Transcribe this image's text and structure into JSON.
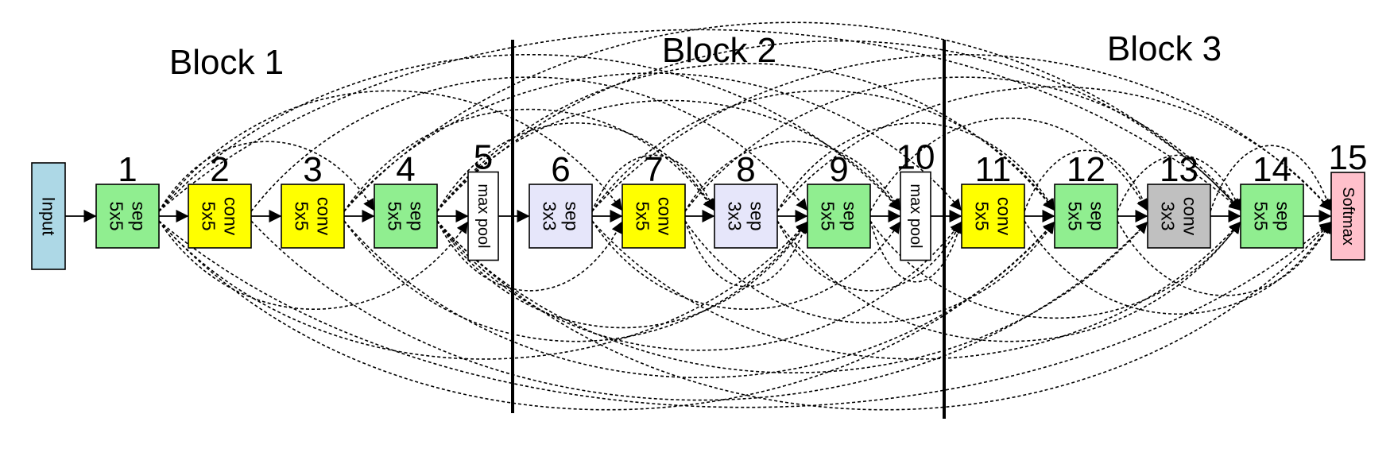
{
  "blocks": [
    {
      "title": "Block 1"
    },
    {
      "title": "Block 2"
    },
    {
      "title": "Block 3"
    }
  ],
  "nodes": [
    {
      "id": "input",
      "num": "",
      "lines": [
        "Input"
      ],
      "fill": "#ADD8E6"
    },
    {
      "id": "n1",
      "num": "1",
      "lines": [
        "sep",
        "5x5"
      ],
      "fill": "#90EE90"
    },
    {
      "id": "n2",
      "num": "2",
      "lines": [
        "conv",
        "5x5"
      ],
      "fill": "#FFFF00"
    },
    {
      "id": "n3",
      "num": "3",
      "lines": [
        "conv",
        "5x5"
      ],
      "fill": "#FFFF00"
    },
    {
      "id": "n4",
      "num": "4",
      "lines": [
        "sep",
        "5x5"
      ],
      "fill": "#90EE90"
    },
    {
      "id": "n5",
      "num": "5",
      "lines": [
        "max pool"
      ],
      "fill": "#FFFFFF"
    },
    {
      "id": "n6",
      "num": "6",
      "lines": [
        "sep",
        "3x3"
      ],
      "fill": "#E6E6FA"
    },
    {
      "id": "n7",
      "num": "7",
      "lines": [
        "conv",
        "5x5"
      ],
      "fill": "#FFFF00"
    },
    {
      "id": "n8",
      "num": "8",
      "lines": [
        "sep",
        "3x3"
      ],
      "fill": "#E6E6FA"
    },
    {
      "id": "n9",
      "num": "9",
      "lines": [
        "sep",
        "5x5"
      ],
      "fill": "#90EE90"
    },
    {
      "id": "n10",
      "num": "10",
      "lines": [
        "max pool"
      ],
      "fill": "#FFFFFF"
    },
    {
      "id": "n11",
      "num": "11",
      "lines": [
        "conv",
        "5x5"
      ],
      "fill": "#FFFF00"
    },
    {
      "id": "n12",
      "num": "12",
      "lines": [
        "sep",
        "5x5"
      ],
      "fill": "#90EE90"
    },
    {
      "id": "n13",
      "num": "13",
      "lines": [
        "conv",
        "3x3"
      ],
      "fill": "#C0C0C0"
    },
    {
      "id": "n14",
      "num": "14",
      "lines": [
        "sep",
        "5x5"
      ],
      "fill": "#90EE90"
    },
    {
      "id": "n15",
      "num": "15",
      "lines": [
        "Softmax"
      ],
      "fill": "#FFC0CB"
    }
  ],
  "skip_connections": [
    {
      "from": 1,
      "to": 4
    },
    {
      "from": 1,
      "to": 5
    },
    {
      "from": 1,
      "to": 7
    },
    {
      "from": 1,
      "to": 9
    },
    {
      "from": 1,
      "to": 10
    },
    {
      "from": 1,
      "to": 12
    },
    {
      "from": 1,
      "to": 14
    },
    {
      "from": 1,
      "to": 15
    },
    {
      "from": 2,
      "to": 9
    },
    {
      "from": 2,
      "to": 13
    },
    {
      "from": 3,
      "to": 8
    },
    {
      "from": 3,
      "to": 9
    },
    {
      "from": 3,
      "to": 11
    },
    {
      "from": 3,
      "to": 12
    },
    {
      "from": 3,
      "to": 14
    },
    {
      "from": 4,
      "to": 7
    },
    {
      "from": 4,
      "to": 8
    },
    {
      "from": 4,
      "to": 9
    },
    {
      "from": 4,
      "to": 10
    },
    {
      "from": 4,
      "to": 11
    },
    {
      "from": 4,
      "to": 12
    },
    {
      "from": 4,
      "to": 13
    },
    {
      "from": 4,
      "to": 14
    },
    {
      "from": 4,
      "to": 15
    },
    {
      "from": 6,
      "to": 8
    },
    {
      "from": 6,
      "to": 10
    },
    {
      "from": 6,
      "to": 12
    },
    {
      "from": 6,
      "to": 14
    },
    {
      "from": 6,
      "to": 15
    },
    {
      "from": 7,
      "to": 9
    },
    {
      "from": 7,
      "to": 10
    },
    {
      "from": 7,
      "to": 12
    },
    {
      "from": 7,
      "to": 14
    },
    {
      "from": 8,
      "to": 11
    },
    {
      "from": 8,
      "to": 12
    },
    {
      "from": 8,
      "to": 14
    },
    {
      "from": 8,
      "to": 15
    },
    {
      "from": 9,
      "to": 11
    },
    {
      "from": 9,
      "to": 13
    },
    {
      "from": 9,
      "to": 14
    },
    {
      "from": 11,
      "to": 13
    },
    {
      "from": 11,
      "to": 15
    },
    {
      "from": 12,
      "to": 14
    },
    {
      "from": 12,
      "to": 15
    },
    {
      "from": 13,
      "to": 15
    }
  ]
}
